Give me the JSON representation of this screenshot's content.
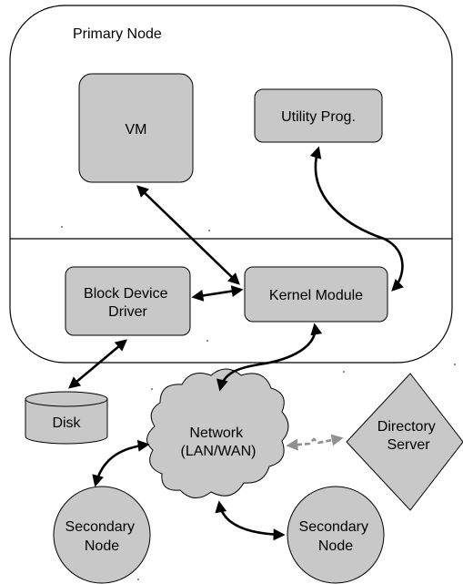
{
  "primary_node": {
    "label": "Primary Node"
  },
  "components": {
    "vm": "VM",
    "utility_prog": "Utility Prog.",
    "block_device_driver": [
      "Block Device",
      "Driver"
    ],
    "kernel_module": "Kernel Module",
    "disk": "Disk",
    "network": [
      "Network",
      "(LAN/WAN)"
    ],
    "directory_server": [
      "Directory",
      "Server"
    ],
    "secondary_node_left": [
      "Secondary",
      "Node"
    ],
    "secondary_node_right": [
      "Secondary",
      "Node"
    ]
  },
  "colors": {
    "box_fill": "#c8c8c8",
    "stroke": "#000000",
    "dashed_link": "#909090",
    "background": "#ffffff"
  }
}
